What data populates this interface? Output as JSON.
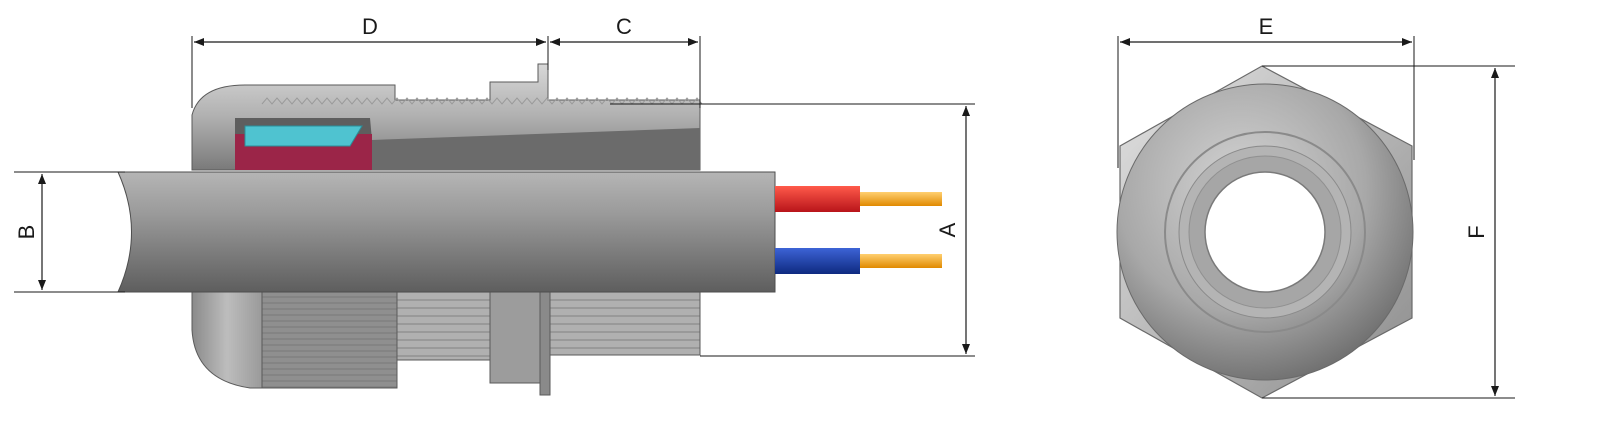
{
  "dimensions": {
    "a": "A",
    "b": "B",
    "c": "C",
    "d": "D",
    "e": "E",
    "f": "F"
  },
  "colors": {
    "body_light": "#cfcfcf",
    "body_mid": "#a8a8a8",
    "body_dark": "#6e6e6e",
    "cable": "#8a8a8a",
    "seal_red": "#9b2548",
    "seal_cyan": "#4fc3d0",
    "wire_red": "#e3262b",
    "wire_blue": "#1c3fa8",
    "wire_core": "#f5a623"
  }
}
